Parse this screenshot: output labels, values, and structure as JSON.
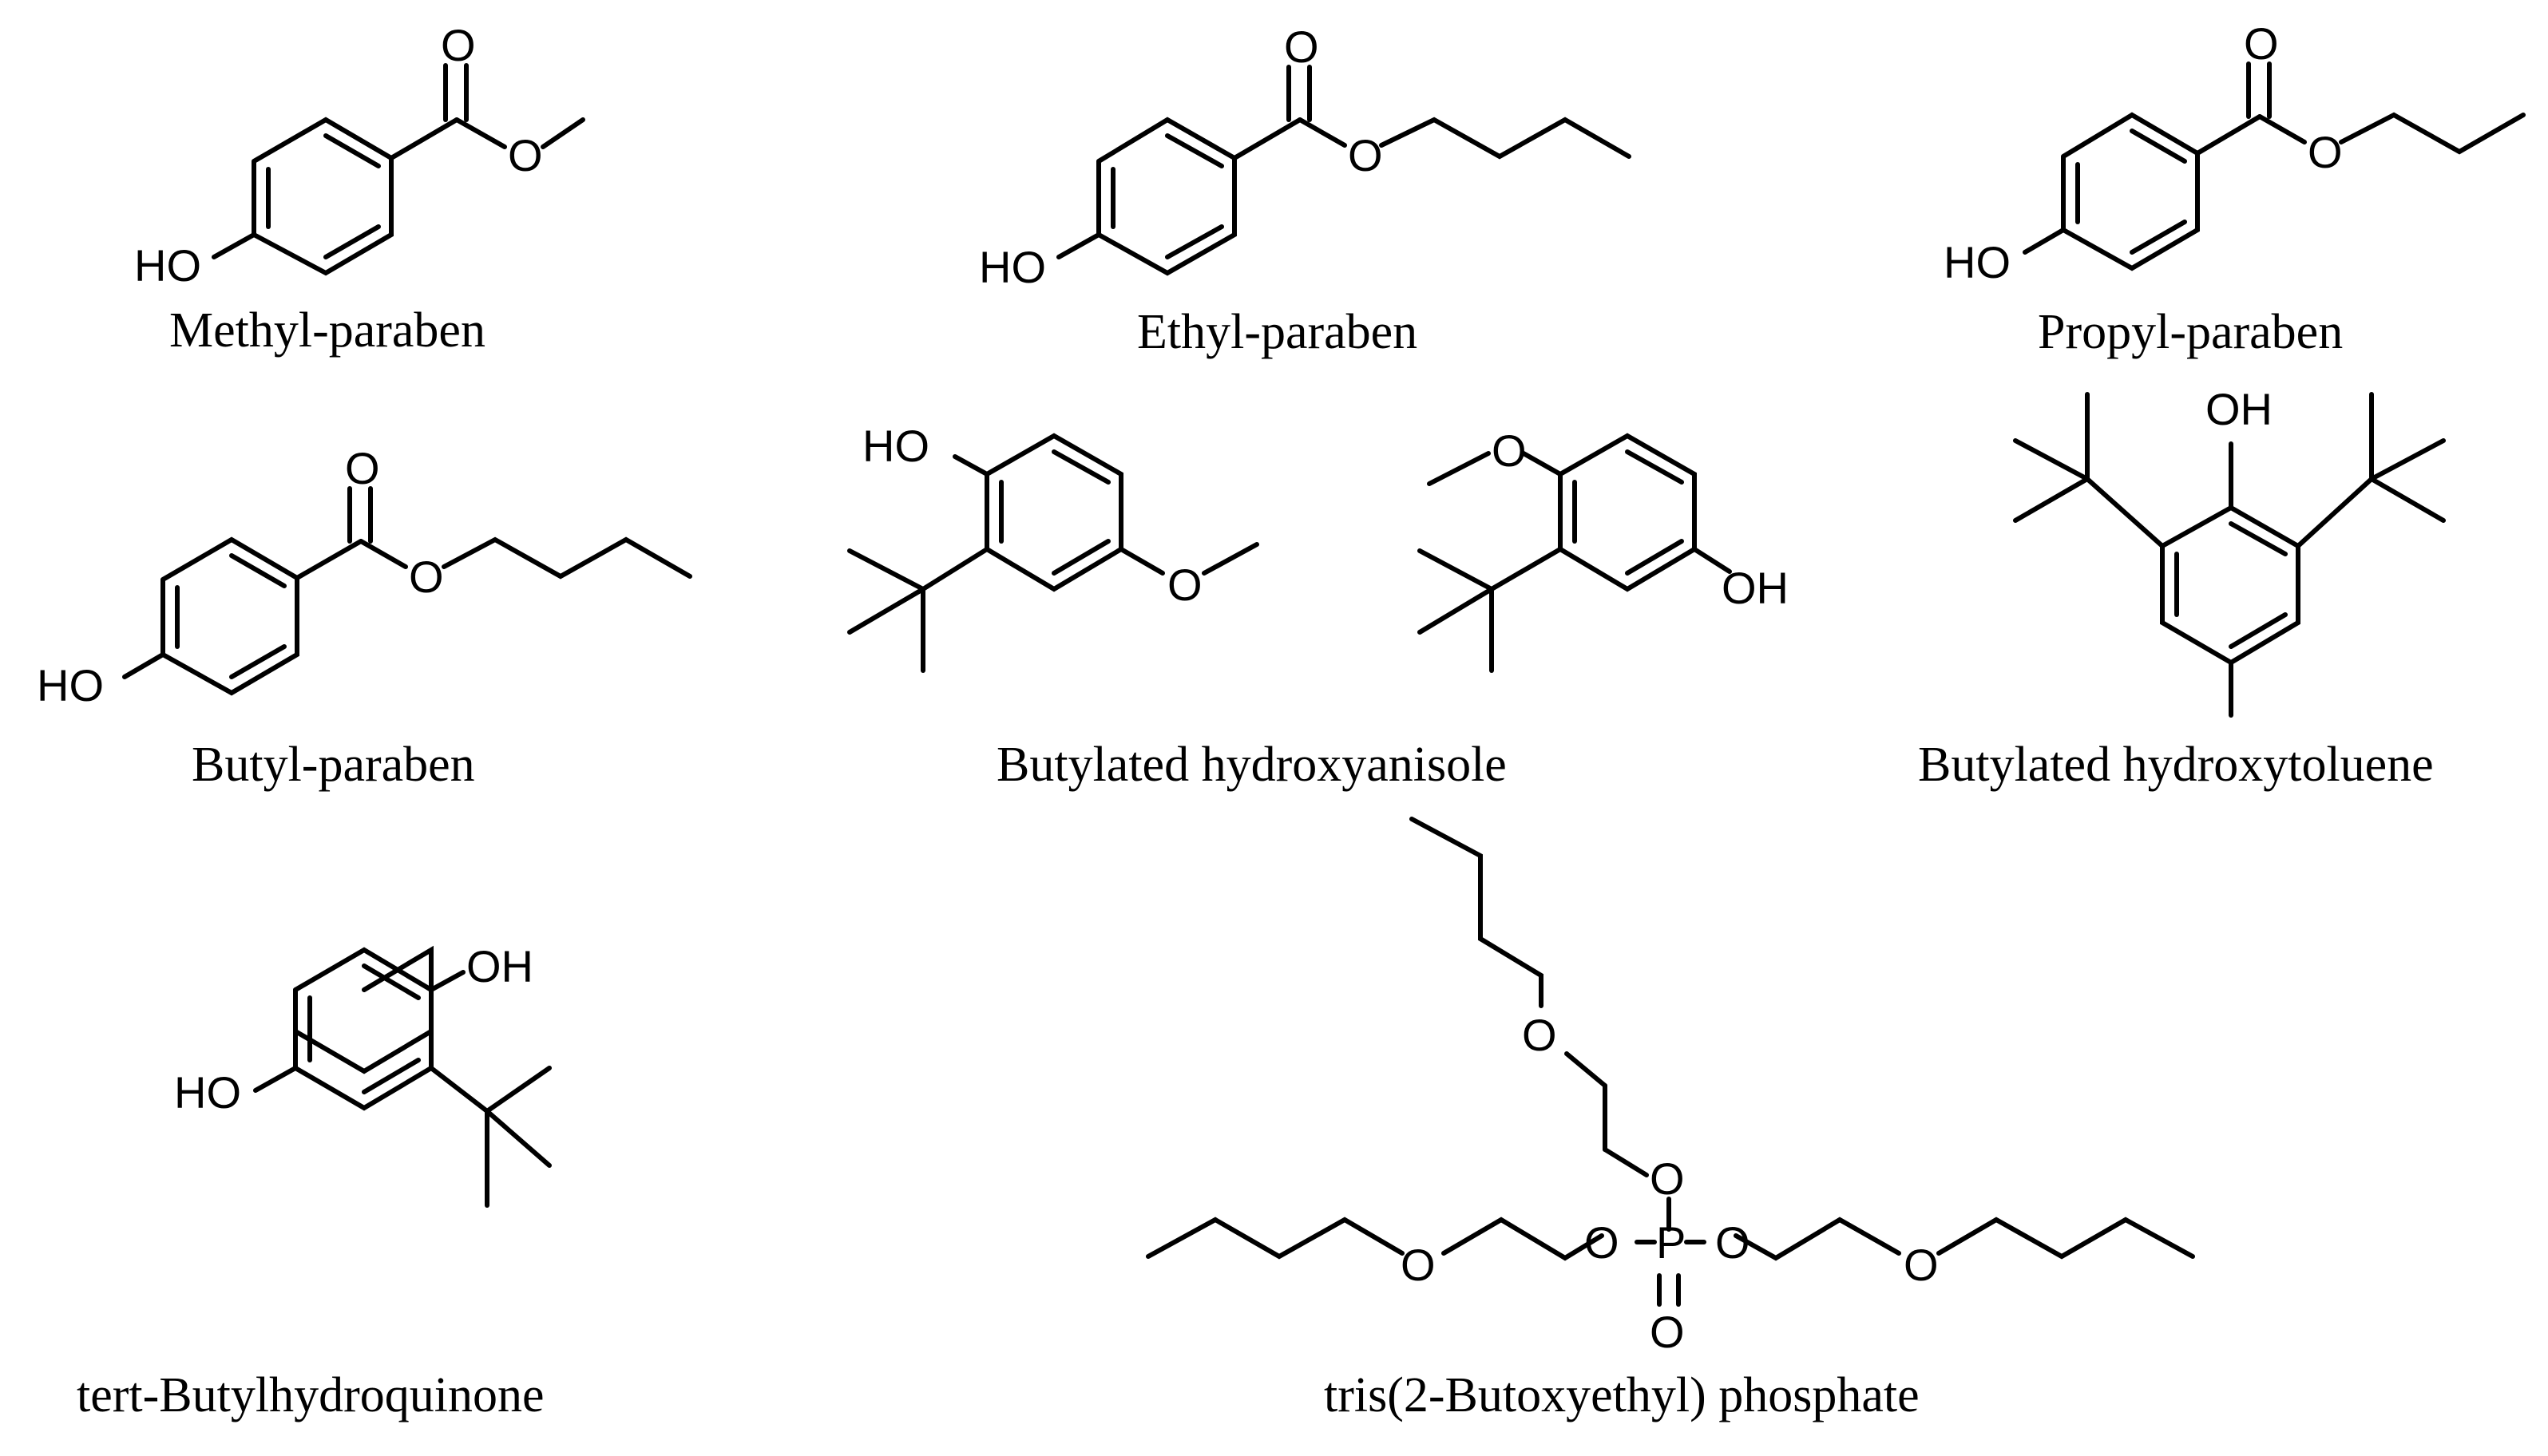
{
  "captions": {
    "methylparaben": "Methyl-paraben",
    "ethylparaben": "Ethyl-paraben",
    "propylparaben": "Propyl-paraben",
    "butylparaben": "Butyl-paraben",
    "bha": "Butylated hydroxyanisole",
    "bht": "Butylated hydroxytoluene",
    "tbhq": "tert-Butylhydroquinone",
    "tbep": "tris(2-Butoxyethyl) phosphate"
  },
  "atoms": {
    "O": "O",
    "HO": "HO",
    "OH": "OH",
    "P": "P"
  }
}
